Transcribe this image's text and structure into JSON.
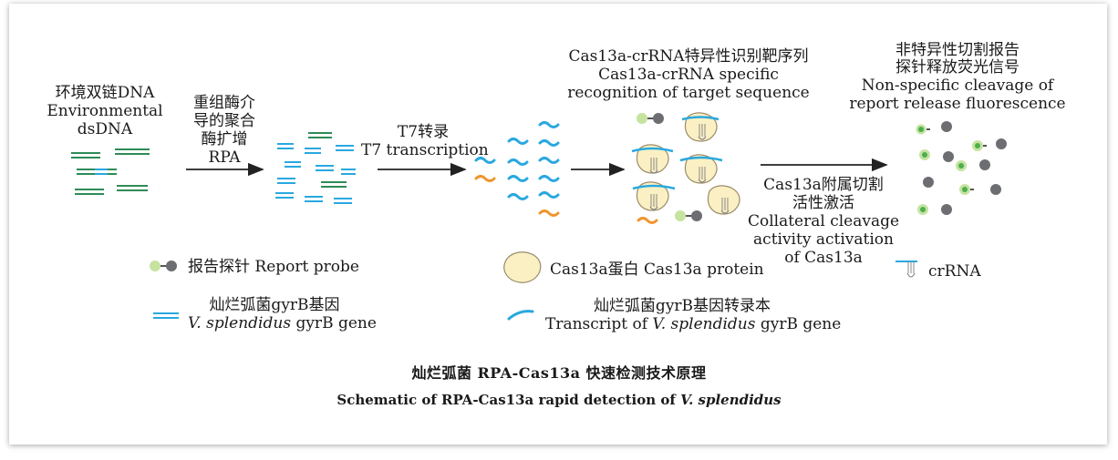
{
  "step1": {
    "cn": "环境双链DNA",
    "en1": "Environmental",
    "en2": "dsDNA"
  },
  "step2": {
    "l1": "重组酶介",
    "l2": "导的聚合",
    "l3": "酶扩增",
    "l4": "RPA"
  },
  "step3": {
    "cn": "T7转录",
    "en": "T7 transcription"
  },
  "step4": {
    "cn": "Cas13a-crRNA特异性识别靶序列",
    "en1": "Cas13a-crRNA specific",
    "en2": "recognition of target sequence"
  },
  "step5": {
    "cn1": "非特异性切割报告",
    "cn2": "探针释放荧光信号",
    "en1": "Non-specific cleavage of",
    "en2": "report release fluorescence"
  },
  "step6": {
    "cn1": "Cas13a附属切割",
    "cn2": "活性激活",
    "en1": "Collateral cleavage",
    "en2": "activity activation",
    "en3": "of Cas13a"
  },
  "legend": {
    "probe": "报告探针 Report probe",
    "protein": "Cas13a蛋白 Cas13a protein",
    "crrna": "crRNA",
    "gene_cn": "灿烂弧菌gyrB基因",
    "gene_en_italic": "V. splendidus",
    "gene_en_rest": " gyrB gene",
    "transcript_cn": "灿烂弧菌gyrB基因转录本",
    "transcript_en_pre": "Transcript of ",
    "transcript_en_italic": "V. splendidus",
    "transcript_en_rest": " gyrB gene"
  },
  "caption": {
    "cn": "灿烂弧菌 RPA-Cas13a 快速检测技术原理",
    "en_pre": "Schematic of RPA-Cas13a rapid detection of ",
    "en_italic": "V. splendidus"
  },
  "colors": {
    "dna_green": "#2e8b57",
    "dna_blue": "#29a8e0",
    "orange": "#f0952d",
    "probe_green": "#c6e3a0",
    "probe_gray": "#6d6e72",
    "protein_fill": "#fbf0c4",
    "arrow": "#222222"
  }
}
